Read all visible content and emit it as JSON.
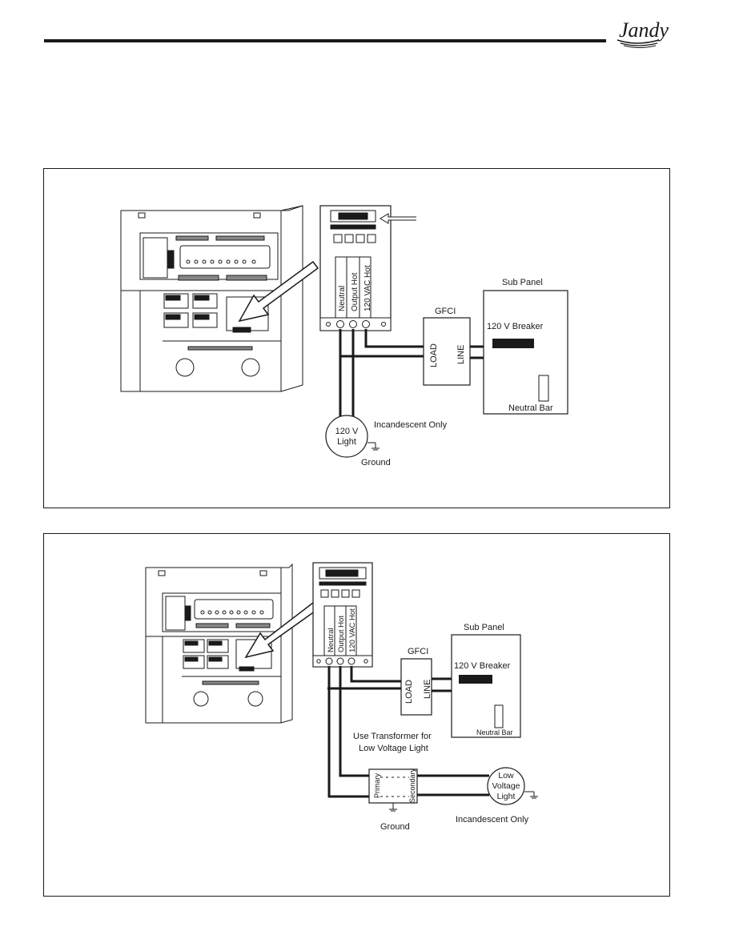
{
  "brand": {
    "logo_text": "Jandy"
  },
  "figure1": {
    "relay_labels": [
      "Neutral",
      "Output Hot",
      "120 VAC Hot"
    ],
    "gfci_title": "GFCI",
    "gfci_load": "LOAD",
    "gfci_line": "LINE",
    "sub_panel_title": "Sub Panel",
    "breaker_label": "120 V Breaker",
    "neutral_bar_label": "Neutral Bar",
    "light_line1": "120 V",
    "light_line2": "Light",
    "light_note": "Incandescent Only",
    "ground_label": "Ground"
  },
  "figure2": {
    "relay_labels": [
      "Neutral",
      "Output Hot",
      "120 VAC Hot"
    ],
    "gfci_title": "GFCI",
    "gfci_load": "LOAD",
    "gfci_line": "LINE",
    "sub_panel_title": "Sub Panel",
    "breaker_label": "120 V Breaker",
    "neutral_bar_label": "Neutral Bar",
    "transformer_note_line1": "Use Transformer for",
    "transformer_note_line2": "Low Voltage Light",
    "primary_label": "Primary",
    "secondary_label": "Secondary",
    "light_line1": "Low",
    "light_line2": "Voltage",
    "light_line3": "Light",
    "light_note": "Incandescent Only",
    "ground_label": "Ground"
  }
}
